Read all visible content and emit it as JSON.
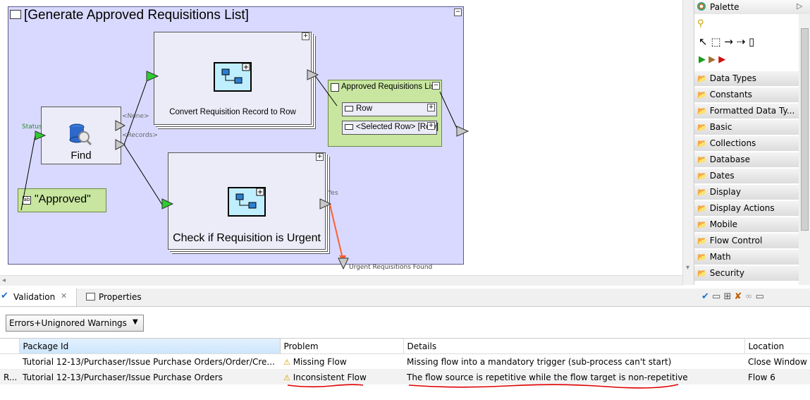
{
  "diagram": {
    "outer_title": "[Generate Approved Requisitions List]",
    "convert_label": "Convert Requisition Record to Row",
    "find_label": "Find",
    "status_label": "Status",
    "none_label": "<None>",
    "records_label": "<Records>",
    "approved_label": "\"Approved\"",
    "urgent_label": "Check if Requisition is Urgent",
    "yes_label": "Yes",
    "urgent_exit_label": "Urgent Requisitions Found",
    "list_title": "Approved Requisitions List",
    "row_label": "Row",
    "selected_row_label": "<Selected Row> [Row]"
  },
  "palette": {
    "title": "Palette",
    "items": [
      "Data Types",
      "Constants",
      "Formatted Data Ty...",
      "Basic",
      "Collections",
      "Database",
      "Dates",
      "Display",
      "Display Actions",
      "Mobile",
      "Flow Control",
      "Math",
      "Security"
    ]
  },
  "tabs": {
    "validation": "Validation",
    "properties": "Properties"
  },
  "filter": {
    "selected": "Errors+Unignored Warnings"
  },
  "table": {
    "columns": [
      "Package Id",
      "Problem",
      "Details",
      "Location"
    ],
    "rows": [
      {
        "lead": "",
        "package": "Tutorial 12-13/Purchaser/Issue Purchase Orders/Order/Cre...",
        "problem": "Missing Flow",
        "details": "Missing flow into a mandatory trigger (sub-process can't start)",
        "location": "Close Window"
      },
      {
        "lead": "R...",
        "package": "Tutorial 12-13/Purchaser/Issue Purchase Orders",
        "problem": "Inconsistent Flow",
        "details": "The flow source is repetitive while the flow target is non-repetitive",
        "location": "Flow 6"
      }
    ]
  },
  "colors": {
    "outer_bg": "#d9d9ff",
    "green_box": "#c8e6a0",
    "flow_highlight": "#ff6030",
    "annotation": "#e00000"
  }
}
